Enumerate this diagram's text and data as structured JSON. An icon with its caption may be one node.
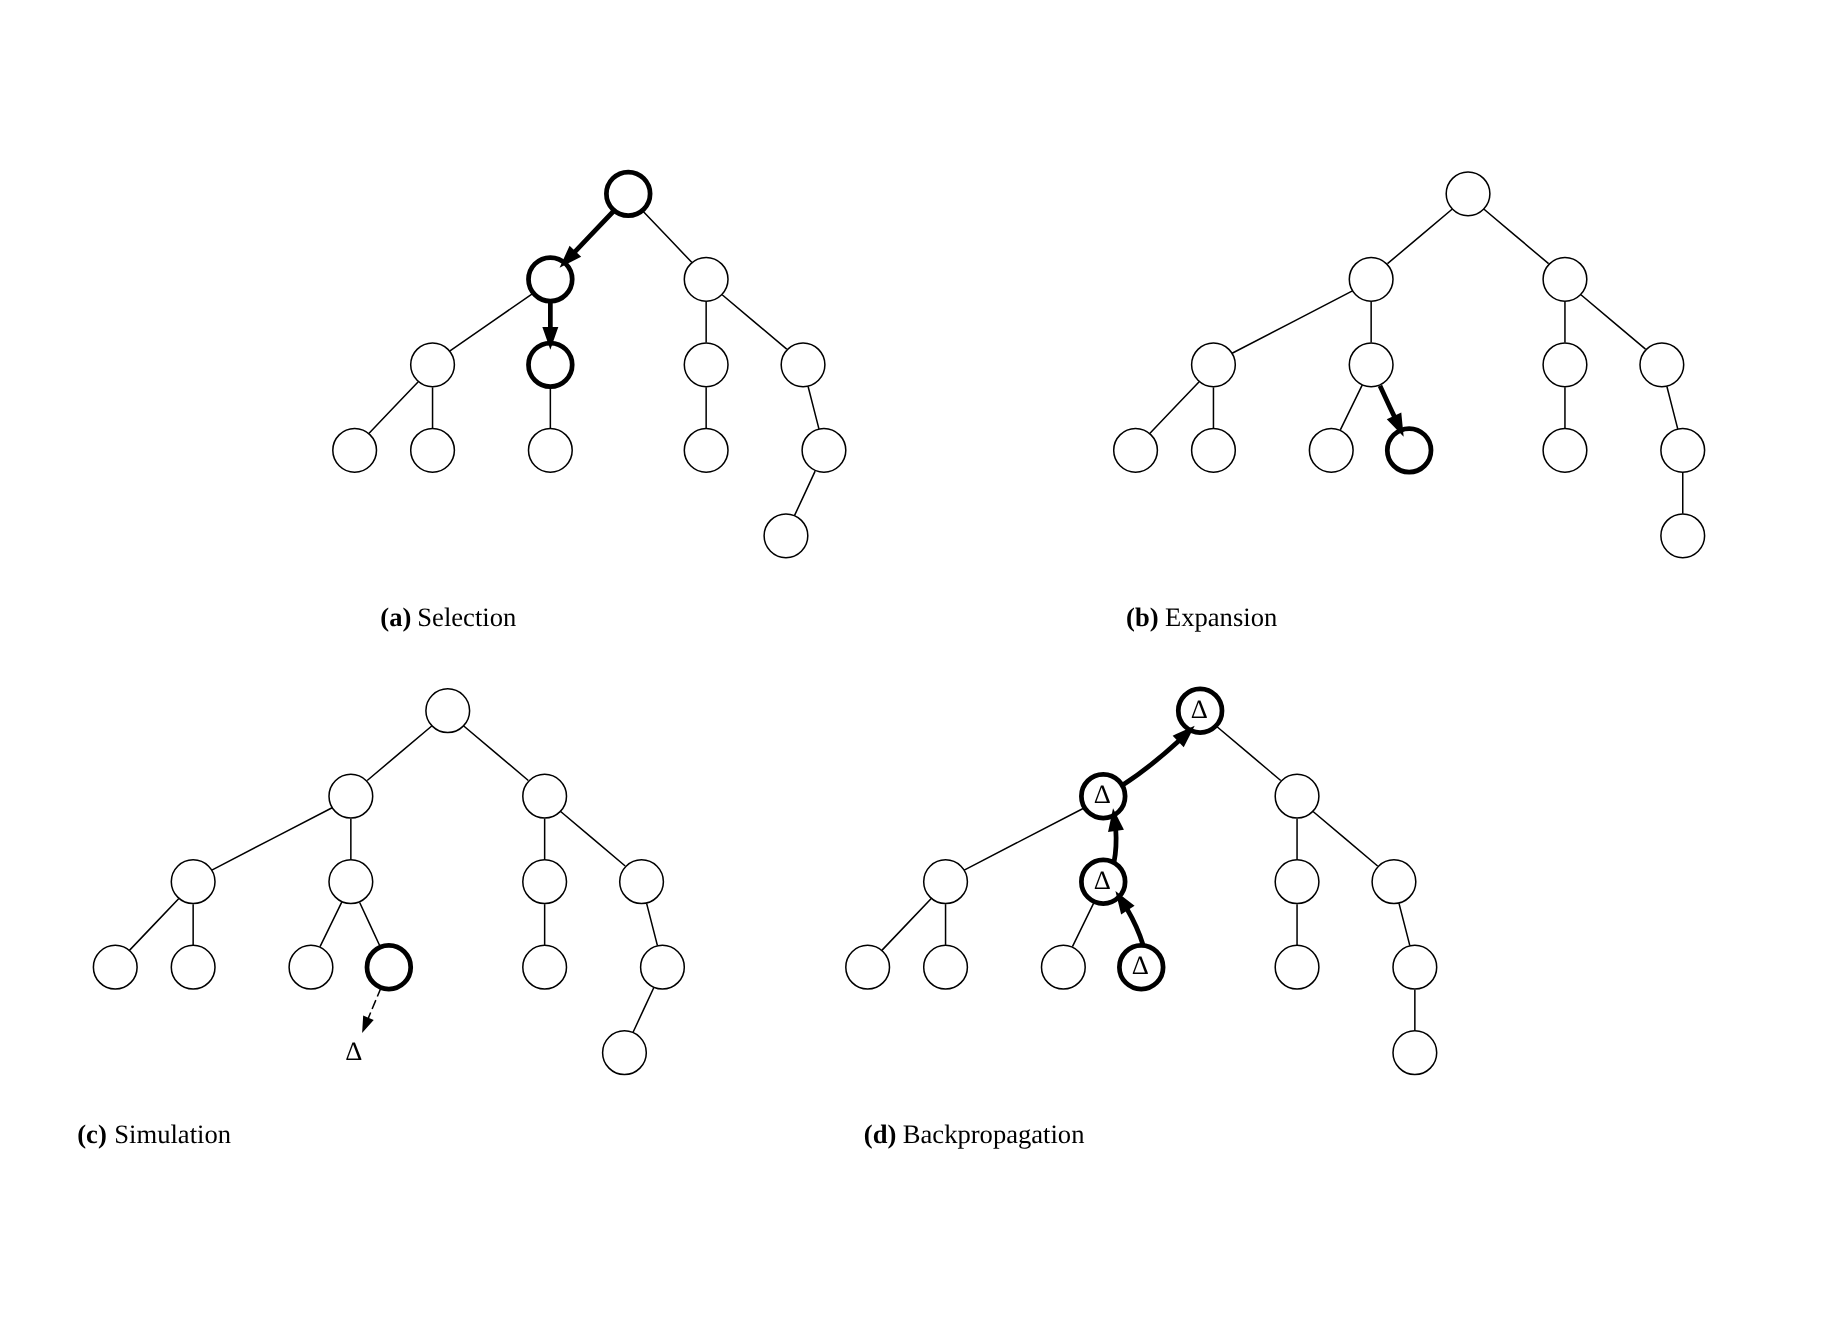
{
  "diagram": {
    "nodes": [
      {
        "text": [],
        "shape": "circle"
      },
      {
        "text": [],
        "shape": "circle"
      },
      {
        "text": [],
        "shape": "circle"
      },
      {
        "text": [],
        "shape": "circle"
      },
      {
        "text": [],
        "shape": "circle"
      },
      {
        "text": [],
        "shape": "circle"
      },
      {
        "text": [],
        "shape": "circle"
      },
      {
        "text": [],
        "shape": "circle"
      },
      {
        "text": [],
        "shape": "circle"
      },
      {
        "text": [],
        "shape": "circle"
      },
      {
        "text": [],
        "shape": "circle"
      },
      {
        "text": [],
        "shape": "circle"
      },
      {
        "text": [],
        "shape": "circle"
      },
      {
        "text": [],
        "shape": "circle"
      },
      {
        "text": [],
        "shape": "circle"
      },
      {
        "text": [],
        "shape": "circle"
      },
      {
        "text": [],
        "shape": "circle"
      },
      {
        "text": [],
        "shape": "circle"
      },
      {
        "text": [],
        "shape": "circle"
      },
      {
        "text": [],
        "shape": "circle"
      },
      {
        "text": [],
        "shape": "circle"
      },
      {
        "text": [],
        "shape": "circle"
      },
      {
        "text": [],
        "shape": "circle"
      },
      {
        "text": [],
        "shape": "circle"
      },
      {
        "text": [],
        "shape": "circle"
      },
      {
        "text": [],
        "shape": "circle"
      },
      {
        "text": [],
        "shape": "circle"
      },
      {
        "text": [],
        "shape": "circle"
      },
      {
        "text": [],
        "shape": "circle"
      },
      {
        "text": [],
        "shape": "circle"
      },
      {
        "text": [],
        "shape": "circle"
      },
      {
        "text": [],
        "shape": "circle"
      },
      {
        "text": [],
        "shape": "circle"
      },
      {
        "text": [],
        "shape": "circle"
      },
      {
        "text": [],
        "shape": "circle"
      },
      {
        "text": [],
        "shape": "circle"
      },
      {
        "text": [],
        "shape": "circle"
      },
      {
        "text": [],
        "shape": "circle"
      },
      {
        "text": [],
        "shape": "circle"
      },
      {
        "text": [],
        "shape": "circle"
      },
      {
        "text": [
          "Δ"
        ]
      },
      {
        "text": [],
        "shape": "circle"
      },
      {
        "text": [
          "Δ"
        ]
      },
      {
        "text": [
          "Δ"
        ]
      },
      {
        "text": [],
        "shape": "circle"
      },
      {
        "text": [],
        "shape": "circle"
      },
      {
        "text": [
          "Δ"
        ]
      },
      {
        "text": [],
        "shape": "circle"
      },
      {
        "text": [],
        "shape": "circle"
      },
      {
        "text": [],
        "shape": "circle"
      },
      {
        "text": [],
        "shape": "circle"
      },
      {
        "text": [],
        "shape": "circle"
      },
      {
        "text": [
          "Δ"
        ]
      },
      {
        "text": [],
        "shape": "circle"
      },
      {
        "text": [],
        "shape": "circle"
      },
      {
        "text": [],
        "shape": "circle"
      }
    ],
    "edges": [
      {
        "from": 0,
        "to": 1,
        "arrow": "to",
        "style": "thick"
      },
      {
        "from": 0,
        "to": 2,
        "arrow": "none"
      },
      {
        "from": 1,
        "to": 3,
        "arrow": "none"
      },
      {
        "from": 1,
        "to": 4,
        "arrow": "to",
        "style": "thick"
      },
      {
        "from": 2,
        "to": 5,
        "arrow": "none"
      },
      {
        "from": 2,
        "to": 6,
        "arrow": "none"
      },
      {
        "from": 3,
        "to": 7,
        "arrow": "none"
      },
      {
        "from": 3,
        "to": 8,
        "arrow": "none"
      },
      {
        "from": 4,
        "to": 9,
        "arrow": "none"
      },
      {
        "from": 5,
        "to": 10,
        "arrow": "none"
      },
      {
        "from": 6,
        "to": 11,
        "arrow": "none"
      },
      {
        "from": 11,
        "to": 12,
        "arrow": "none"
      },
      {
        "from": 13,
        "to": 14,
        "arrow": "none"
      },
      {
        "from": 13,
        "to": 15,
        "arrow": "none"
      },
      {
        "from": 14,
        "to": 16,
        "arrow": "none"
      },
      {
        "from": 14,
        "to": 17,
        "arrow": "none"
      },
      {
        "from": 15,
        "to": 18,
        "arrow": "none"
      },
      {
        "from": 15,
        "to": 19,
        "arrow": "none"
      },
      {
        "from": 16,
        "to": 20,
        "arrow": "none"
      },
      {
        "from": 16,
        "to": 21,
        "arrow": "none"
      },
      {
        "from": 17,
        "to": 22,
        "arrow": "none"
      },
      {
        "from": 17,
        "to": 23,
        "arrow": "to",
        "style": "thick"
      },
      {
        "from": 18,
        "to": 24,
        "arrow": "none"
      },
      {
        "from": 19,
        "to": 25,
        "arrow": "none"
      },
      {
        "from": 25,
        "to": 26,
        "arrow": "none"
      },
      {
        "from": 27,
        "to": 28,
        "arrow": "none"
      },
      {
        "from": 27,
        "to": 29,
        "arrow": "none"
      },
      {
        "from": 28,
        "to": 30,
        "arrow": "none"
      },
      {
        "from": 28,
        "to": 31,
        "arrow": "none"
      },
      {
        "from": 29,
        "to": 32,
        "arrow": "none"
      },
      {
        "from": 29,
        "to": 33,
        "arrow": "none"
      },
      {
        "from": 30,
        "to": 34,
        "arrow": "none"
      },
      {
        "from": 30,
        "to": 35,
        "arrow": "none"
      },
      {
        "from": 31,
        "to": 36,
        "arrow": "none"
      },
      {
        "from": 31,
        "to": 37,
        "arrow": "none"
      },
      {
        "from": 32,
        "to": 38,
        "arrow": "none"
      },
      {
        "from": 33,
        "to": 39,
        "arrow": "none"
      },
      {
        "from": 37,
        "to": 40,
        "arrow": "to",
        "style": "dashed"
      },
      {
        "from": 39,
        "to": 41,
        "arrow": "none"
      },
      {
        "from": 43,
        "to": 42,
        "arrow": "to",
        "style": "thick"
      },
      {
        "from": 42,
        "to": 44,
        "arrow": "none"
      },
      {
        "from": 43,
        "to": 45,
        "arrow": "none"
      },
      {
        "from": 46,
        "to": 43,
        "arrow": "to",
        "style": "thick"
      },
      {
        "from": 44,
        "to": 47,
        "arrow": "none"
      },
      {
        "from": 44,
        "to": 48,
        "arrow": "none"
      },
      {
        "from": 45,
        "to": 49,
        "arrow": "none"
      },
      {
        "from": 45,
        "to": 50,
        "arrow": "none"
      },
      {
        "from": 46,
        "to": 51,
        "arrow": "none"
      },
      {
        "from": 52,
        "to": 46,
        "arrow": "to",
        "style": "thick"
      },
      {
        "from": 47,
        "to": 53,
        "arrow": "none"
      },
      {
        "from": 48,
        "to": 54,
        "arrow": "none"
      },
      {
        "from": 54,
        "to": 55,
        "arrow": "none"
      }
    ],
    "labels": [
      "**(a)** Selection",
      "**(b)** Expansion",
      "**(c)** Simulation",
      "**(d)** Backpropagation"
    ]
  }
}
